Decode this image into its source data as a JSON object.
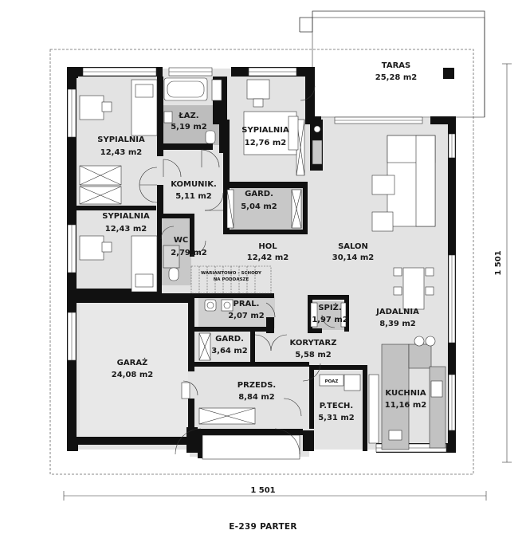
{
  "plan": {
    "title": "E-239 PARTER",
    "dim_bottom": "1 501",
    "dim_right": "1 501",
    "stairs_note_1": "WARIANTOWO - SCHODY",
    "stairs_note_2": "NA PODDASZE",
    "poaz": "POAZ"
  },
  "rooms": {
    "taras": {
      "name": "TARAS",
      "area": "25,28 m2"
    },
    "sypialnia1": {
      "name": "SYPIALNIA",
      "area": "12,43 m2"
    },
    "laz": {
      "name": "ŁAZ.",
      "area": "5,19 m2"
    },
    "sypialnia2": {
      "name": "SYPIALNIA",
      "area": "12,76 m2"
    },
    "komunik": {
      "name": "KOMUNIK.",
      "area": "5,11 m2"
    },
    "gard1": {
      "name": "GARD.",
      "area": "5,04 m2"
    },
    "sypialnia3": {
      "name": "SYPIALNIA",
      "area": "12,43 m2"
    },
    "wc": {
      "name": "WC",
      "area": "2,79 m2"
    },
    "hol": {
      "name": "HOL",
      "area": "12,42 m2"
    },
    "salon": {
      "name": "SALON",
      "area": "30,14 m2"
    },
    "pral": {
      "name": "PRAL.",
      "area": "2,07 m2"
    },
    "spiz": {
      "name": "SPIŻ.",
      "area": "1,97 m2"
    },
    "jadalnia": {
      "name": "JADALNIA",
      "area": "8,39 m2"
    },
    "garaz": {
      "name": "GARAŻ",
      "area": "24,08 m2"
    },
    "gard2": {
      "name": "GARD.",
      "area": "3,64 m2"
    },
    "korytarz": {
      "name": "KORYTARZ",
      "area": "5,58 m2"
    },
    "przeds": {
      "name": "PRZEDS.",
      "area": "8,84 m2"
    },
    "ptech": {
      "name": "P.TECH.",
      "area": "5,31 m2"
    },
    "kuchnia": {
      "name": "KUCHNIA",
      "area": "11,16 m2"
    }
  },
  "colors": {
    "floor": "#e3e3e3",
    "wall": "#111111",
    "bathroom": "#bdbdbd",
    "counter": "#c2c2c2",
    "terrace": "#ffffff",
    "dashed": "#555555"
  }
}
